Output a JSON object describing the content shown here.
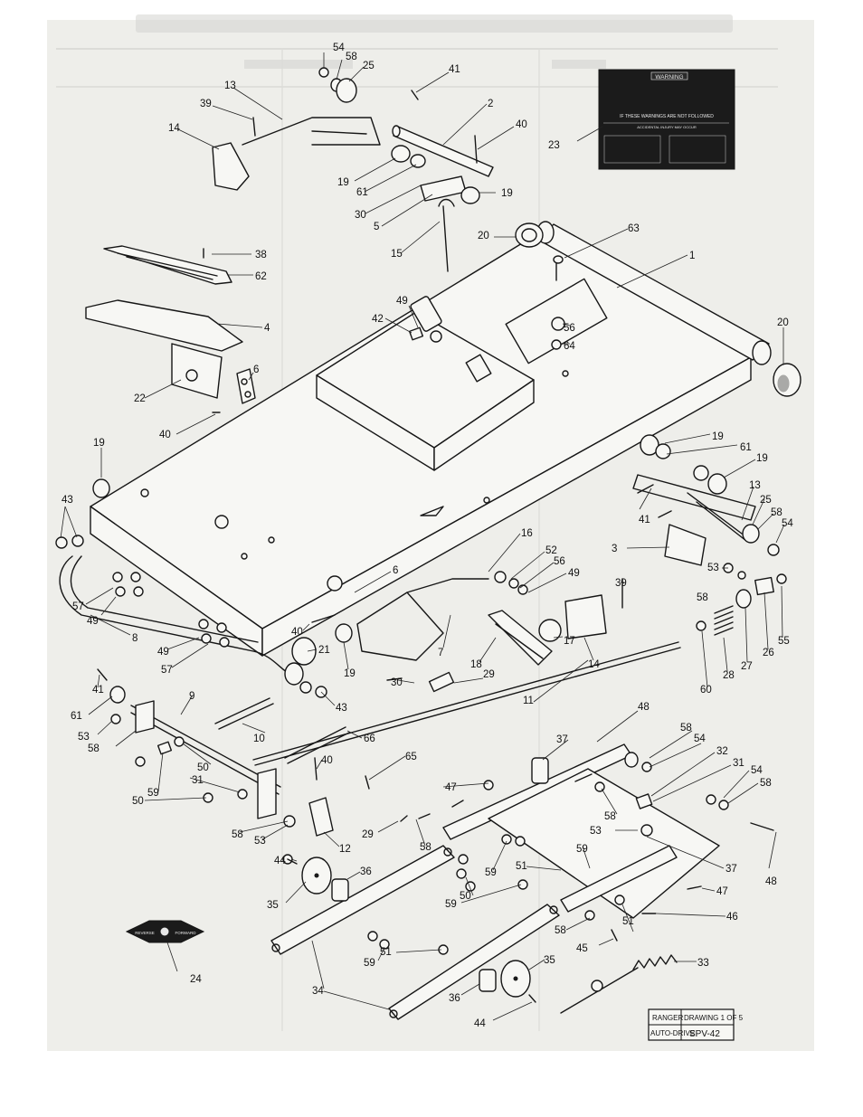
{
  "warning_decal": {
    "heading": "WARNING",
    "line1": "IF THESE WARNINGS ARE NOT FOLLOWED",
    "line2": "ACCIDENTAL INJURY MAY OCCUR"
  },
  "title_block": {
    "model": "RANGER",
    "drawing": "DRAWING 1 OF 5",
    "section": "AUTO-DRIVE",
    "number": "SPV-42"
  },
  "direction_plate": {
    "left": "REVERSE",
    "right": "FORWARD"
  },
  "callouts": [
    {
      "id": "c54a",
      "label": "54"
    },
    {
      "id": "c58a",
      "label": "58"
    },
    {
      "id": "c25a",
      "label": "25"
    },
    {
      "id": "c41a",
      "label": "41"
    },
    {
      "id": "c13a",
      "label": "13"
    },
    {
      "id": "c39a",
      "label": "39"
    },
    {
      "id": "c2",
      "label": "2"
    },
    {
      "id": "c14a",
      "label": "14"
    },
    {
      "id": "c40a",
      "label": "40"
    },
    {
      "id": "c19a",
      "label": "19"
    },
    {
      "id": "c61a",
      "label": "61"
    },
    {
      "id": "c19b",
      "label": "19"
    },
    {
      "id": "c30a",
      "label": "30"
    },
    {
      "id": "c5",
      "label": "5"
    },
    {
      "id": "c23",
      "label": "23"
    },
    {
      "id": "c20a",
      "label": "20"
    },
    {
      "id": "c63",
      "label": "63"
    },
    {
      "id": "c15",
      "label": "15"
    },
    {
      "id": "c38",
      "label": "38"
    },
    {
      "id": "c1",
      "label": "1"
    },
    {
      "id": "c62",
      "label": "62"
    },
    {
      "id": "c49a",
      "label": "49"
    },
    {
      "id": "c42",
      "label": "42"
    },
    {
      "id": "c4",
      "label": "4"
    },
    {
      "id": "c56a",
      "label": "56"
    },
    {
      "id": "c64",
      "label": "64"
    },
    {
      "id": "c20b",
      "label": "20"
    },
    {
      "id": "c6a",
      "label": "6"
    },
    {
      "id": "c22",
      "label": "22"
    },
    {
      "id": "c40b",
      "label": "40"
    },
    {
      "id": "c19c",
      "label": "19"
    },
    {
      "id": "c19d",
      "label": "19"
    },
    {
      "id": "c61b",
      "label": "61"
    },
    {
      "id": "c19e",
      "label": "19"
    },
    {
      "id": "c13b",
      "label": "13"
    },
    {
      "id": "c25b",
      "label": "25"
    },
    {
      "id": "c58b",
      "label": "58"
    },
    {
      "id": "c54b",
      "label": "54"
    },
    {
      "id": "c41b",
      "label": "41"
    },
    {
      "id": "c3",
      "label": "3"
    },
    {
      "id": "c43a",
      "label": "43"
    },
    {
      "id": "c16",
      "label": "16"
    },
    {
      "id": "c52",
      "label": "52"
    },
    {
      "id": "c56b",
      "label": "56"
    },
    {
      "id": "c6b",
      "label": "6"
    },
    {
      "id": "c49b",
      "label": "49"
    },
    {
      "id": "c53a",
      "label": "53"
    },
    {
      "id": "c58c",
      "label": "58"
    },
    {
      "id": "c39b",
      "label": "39"
    },
    {
      "id": "c57a",
      "label": "57"
    },
    {
      "id": "c49c",
      "label": "49"
    },
    {
      "id": "c8",
      "label": "8"
    },
    {
      "id": "c17",
      "label": "17"
    },
    {
      "id": "c7",
      "label": "7"
    },
    {
      "id": "c40c",
      "label": "40"
    },
    {
      "id": "c18",
      "label": "18"
    },
    {
      "id": "c14b",
      "label": "14"
    },
    {
      "id": "c28",
      "label": "28"
    },
    {
      "id": "c27",
      "label": "27"
    },
    {
      "id": "c26",
      "label": "26"
    },
    {
      "id": "c55",
      "label": "55"
    },
    {
      "id": "c49d",
      "label": "49"
    },
    {
      "id": "c57b",
      "label": "57"
    },
    {
      "id": "c21",
      "label": "21"
    },
    {
      "id": "c19f",
      "label": "19"
    },
    {
      "id": "c60",
      "label": "60"
    },
    {
      "id": "c41c",
      "label": "41"
    },
    {
      "id": "c9",
      "label": "9"
    },
    {
      "id": "c30b",
      "label": "30"
    },
    {
      "id": "c29a",
      "label": "29"
    },
    {
      "id": "c43b",
      "label": "43"
    },
    {
      "id": "c11",
      "label": "11"
    },
    {
      "id": "c48a",
      "label": "48"
    },
    {
      "id": "c61c",
      "label": "61"
    },
    {
      "id": "c53b",
      "label": "53"
    },
    {
      "id": "c58d",
      "label": "58"
    },
    {
      "id": "c10",
      "label": "10"
    },
    {
      "id": "c66",
      "label": "66"
    },
    {
      "id": "c58e",
      "label": "58"
    },
    {
      "id": "c54c",
      "label": "54"
    },
    {
      "id": "c37a",
      "label": "37"
    },
    {
      "id": "c32",
      "label": "32"
    },
    {
      "id": "c31a",
      "label": "31"
    },
    {
      "id": "c50a",
      "label": "50"
    },
    {
      "id": "c40d",
      "label": "40"
    },
    {
      "id": "c65",
      "label": "65"
    },
    {
      "id": "c54d",
      "label": "54"
    },
    {
      "id": "c58f",
      "label": "58"
    },
    {
      "id": "c59a",
      "label": "59"
    },
    {
      "id": "c31b",
      "label": "31"
    },
    {
      "id": "c47a",
      "label": "47"
    },
    {
      "id": "c50b",
      "label": "50"
    },
    {
      "id": "c58g",
      "label": "58"
    },
    {
      "id": "c53c",
      "label": "53"
    },
    {
      "id": "c29b",
      "label": "29"
    },
    {
      "id": "c58h",
      "label": "58"
    },
    {
      "id": "c12",
      "label": "12"
    },
    {
      "id": "c58i",
      "label": "58"
    },
    {
      "id": "c53d",
      "label": "53"
    },
    {
      "id": "c59b",
      "label": "59"
    },
    {
      "id": "c48b",
      "label": "48"
    },
    {
      "id": "c44a",
      "label": "44"
    },
    {
      "id": "c36a",
      "label": "36"
    },
    {
      "id": "c59c",
      "label": "59"
    },
    {
      "id": "c51a",
      "label": "51"
    },
    {
      "id": "c37b",
      "label": "37"
    },
    {
      "id": "c35a",
      "label": "35"
    },
    {
      "id": "c50c",
      "label": "50"
    },
    {
      "id": "c47b",
      "label": "47"
    },
    {
      "id": "c59d",
      "label": "59"
    },
    {
      "id": "c46",
      "label": "46"
    },
    {
      "id": "c58j",
      "label": "58"
    },
    {
      "id": "c51b",
      "label": "51"
    },
    {
      "id": "c24",
      "label": "24"
    },
    {
      "id": "c45",
      "label": "45"
    },
    {
      "id": "c51c",
      "label": "51"
    },
    {
      "id": "c59e",
      "label": "59"
    },
    {
      "id": "c33",
      "label": "33"
    },
    {
      "id": "c34",
      "label": "34"
    },
    {
      "id": "c35b",
      "label": "35"
    },
    {
      "id": "c36b",
      "label": "36"
    },
    {
      "id": "c44b",
      "label": "44"
    }
  ]
}
